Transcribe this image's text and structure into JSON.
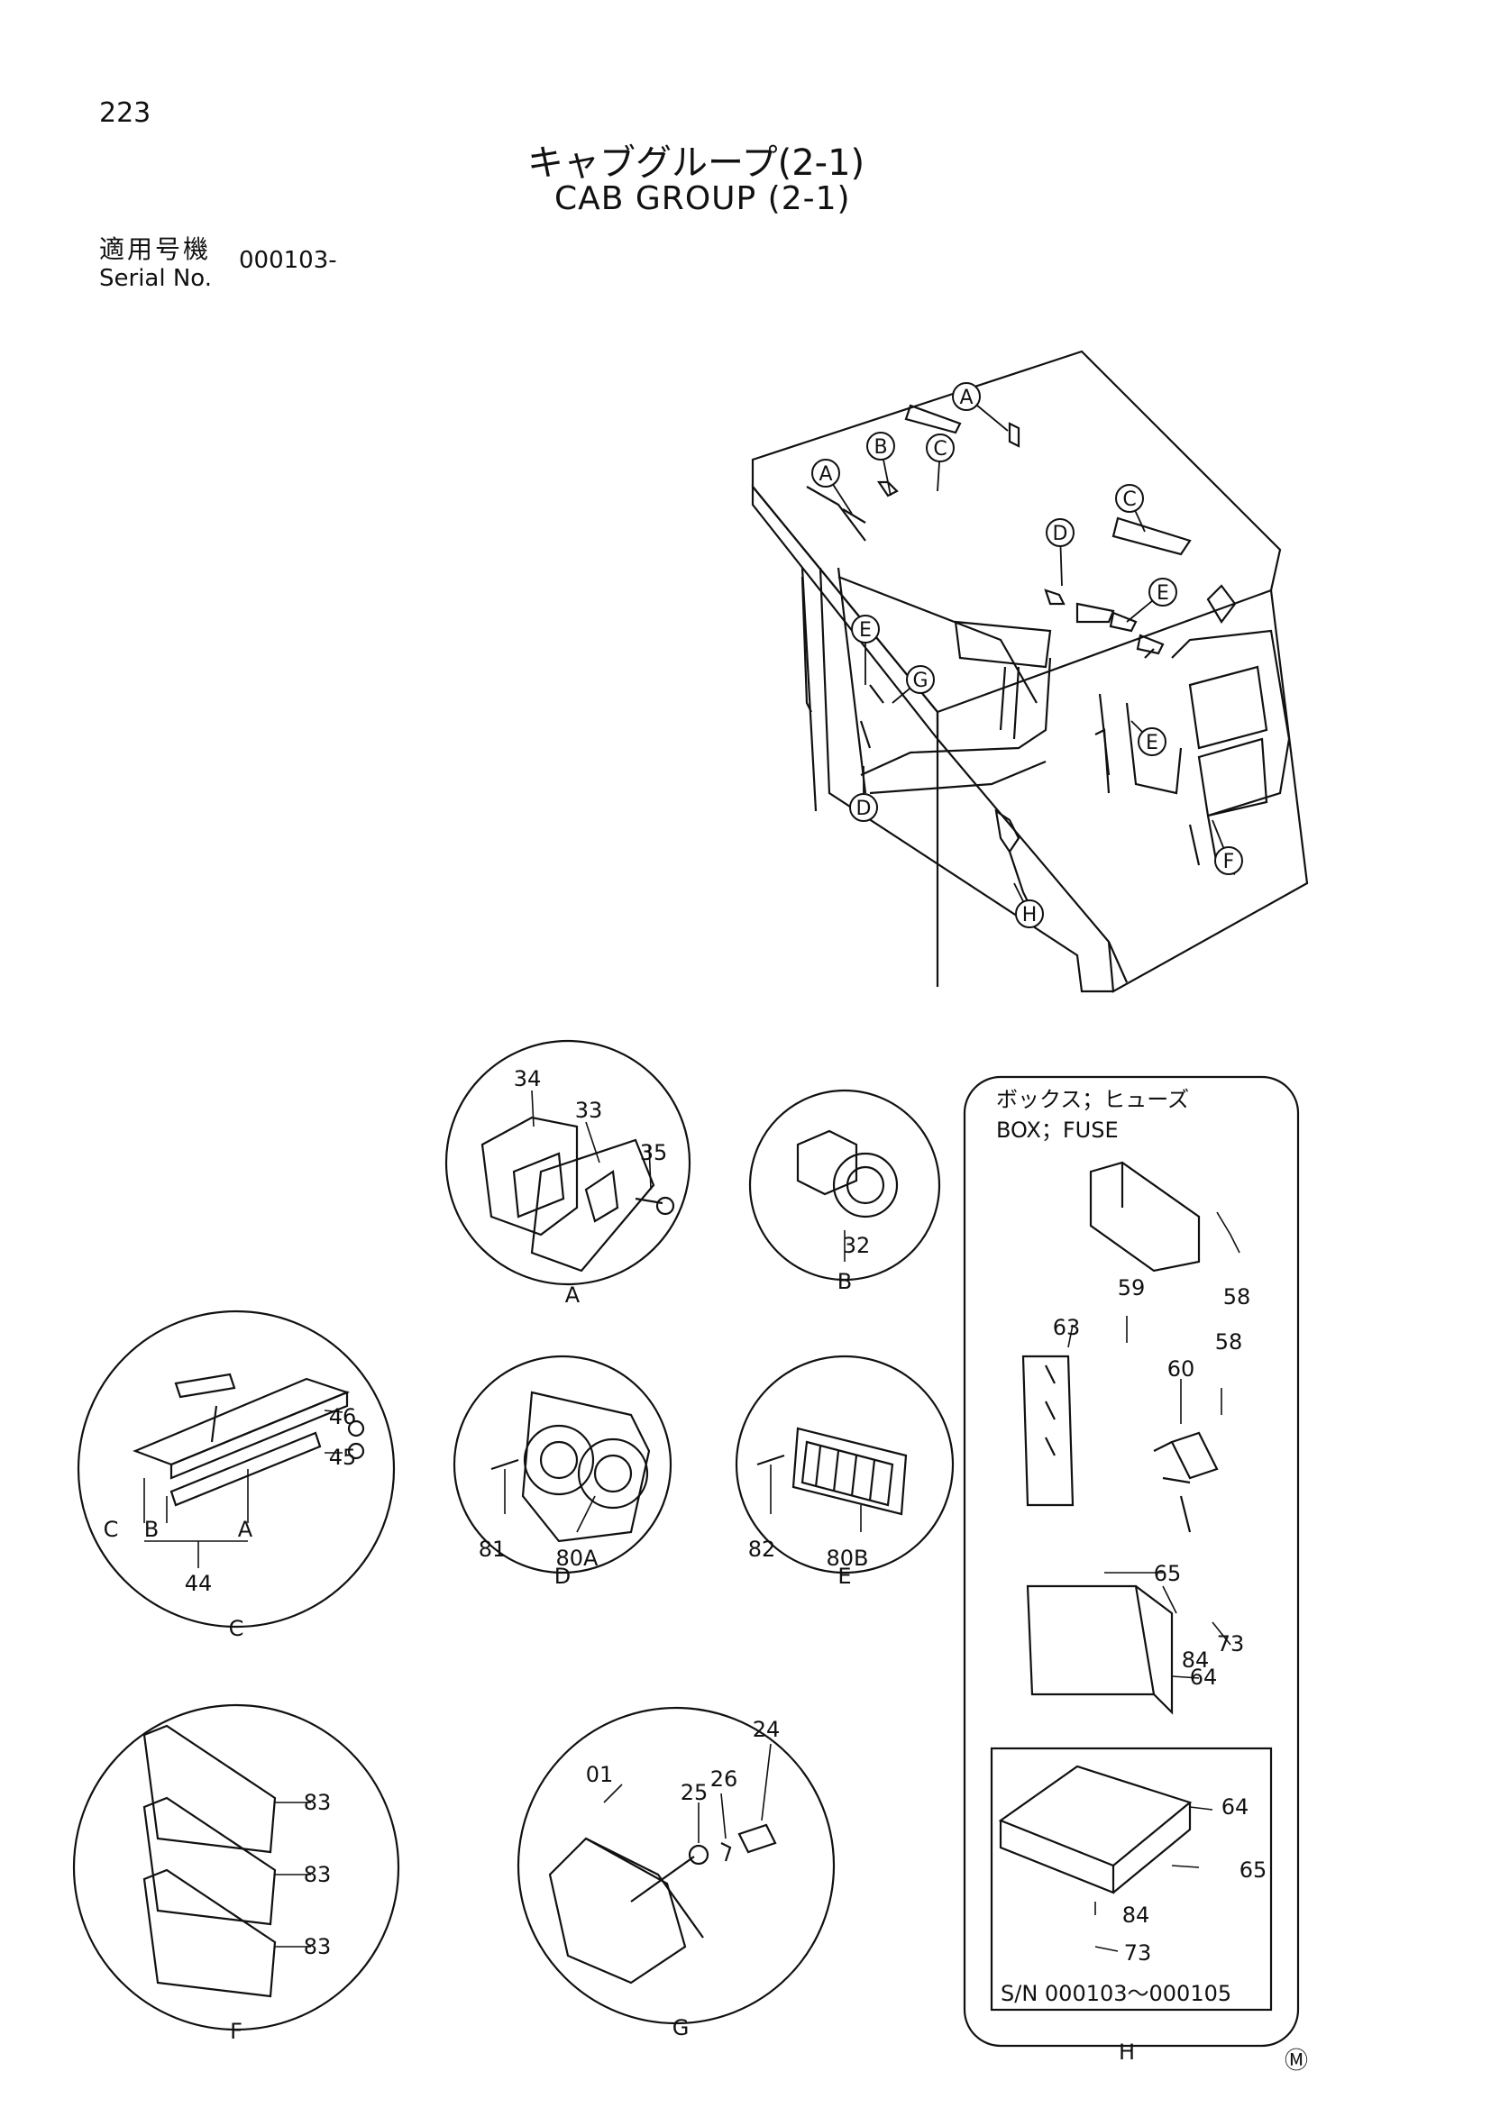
{
  "page_number": "223",
  "title_jp": "キャブグループ(2-1)",
  "title_en": "CAB GROUP (2-1)",
  "serial_label_jp": "適用号機",
  "serial_label_en": "Serial No.",
  "serial_value": "000103-",
  "cab_view": {
    "callouts": [
      "A",
      "B",
      "C",
      "A",
      "C",
      "D",
      "E",
      "E",
      "G",
      "E",
      "D",
      "F",
      "H"
    ]
  },
  "details": {
    "A": {
      "label": "A",
      "parts": [
        "34",
        "33",
        "35"
      ]
    },
    "B": {
      "label": "B",
      "parts": [
        "32"
      ]
    },
    "C": {
      "label": "C",
      "parts": [
        "46",
        "45",
        "C",
        "B",
        "A",
        "44"
      ]
    },
    "D": {
      "label": "D",
      "parts": [
        "81",
        "80A"
      ]
    },
    "E": {
      "label": "E",
      "parts": [
        "82",
        "80B"
      ]
    },
    "F": {
      "label": "F",
      "parts": [
        "83",
        "83",
        "83"
      ]
    },
    "G": {
      "label": "G",
      "parts": [
        "01",
        "25",
        "26",
        "24"
      ]
    },
    "H": {
      "label": "H",
      "title_jp": "ボックス；ヒューズ",
      "title_en": "BOX；FUSE",
      "parts": [
        "58",
        "59",
        "63",
        "58",
        "60",
        "65",
        "84",
        "73",
        "64"
      ],
      "inset_parts": [
        "64",
        "65",
        "84",
        "73"
      ],
      "inset_note": "S/N 000103～000105"
    }
  },
  "mark": "Ⓜ"
}
